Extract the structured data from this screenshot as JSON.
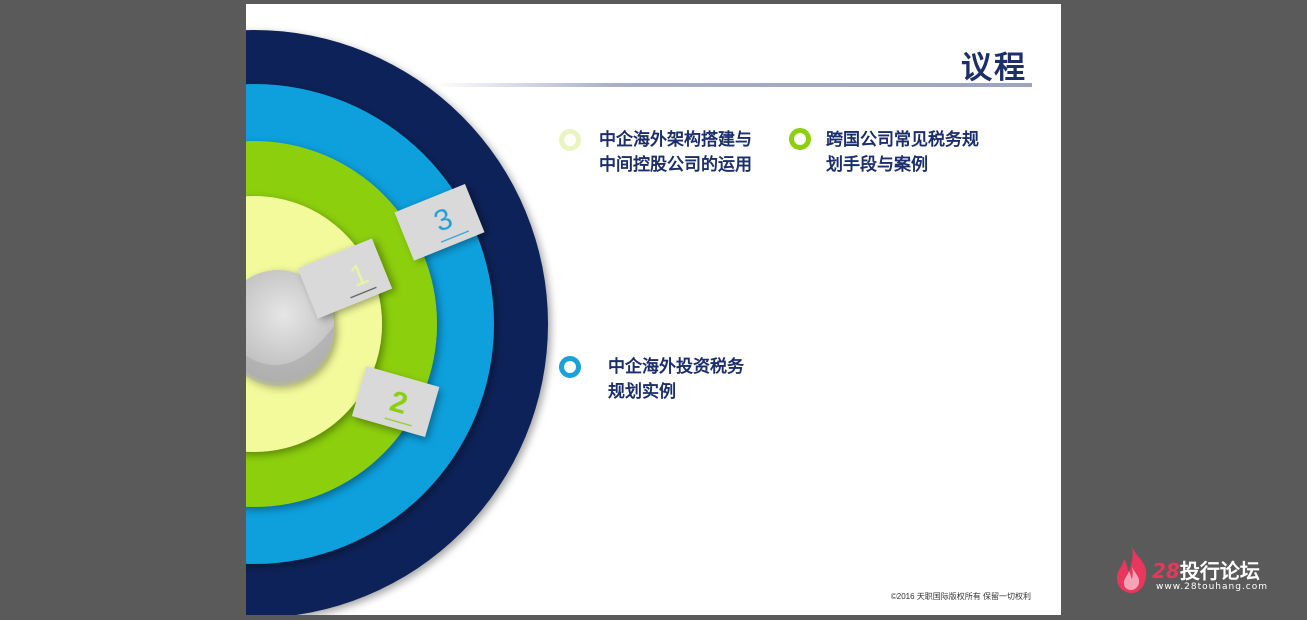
{
  "slide": {
    "title": "议程",
    "footer": "©2016  天职国际版权所有 保留一切权利",
    "agenda": [
      {
        "lines": [
          "中企海外架构搭建与",
          "中间控股公司的运用"
        ],
        "bullet_color": "#e8f5c0"
      },
      {
        "lines": [
          "跨国公司常见税务规",
          "划手段与案例"
        ],
        "bullet_color": "#8ccf0a"
      },
      {
        "lines": [
          "中企海外投资税务",
          "规划实例"
        ],
        "bullet_color": "#1ba0d8"
      }
    ],
    "diagram": {
      "tabs": [
        "1",
        "2",
        "3"
      ],
      "ring_colors": {
        "outer": "#0d2358",
        "blue": "#08a0dd",
        "green": "#8ccf0a",
        "yellow": "#f2fa9b",
        "center": "#c8c8c8"
      }
    }
  },
  "watermark": {
    "number": "28",
    "name": "投行论坛",
    "url": "www.28touhang.com",
    "accent": "#e8365d"
  }
}
